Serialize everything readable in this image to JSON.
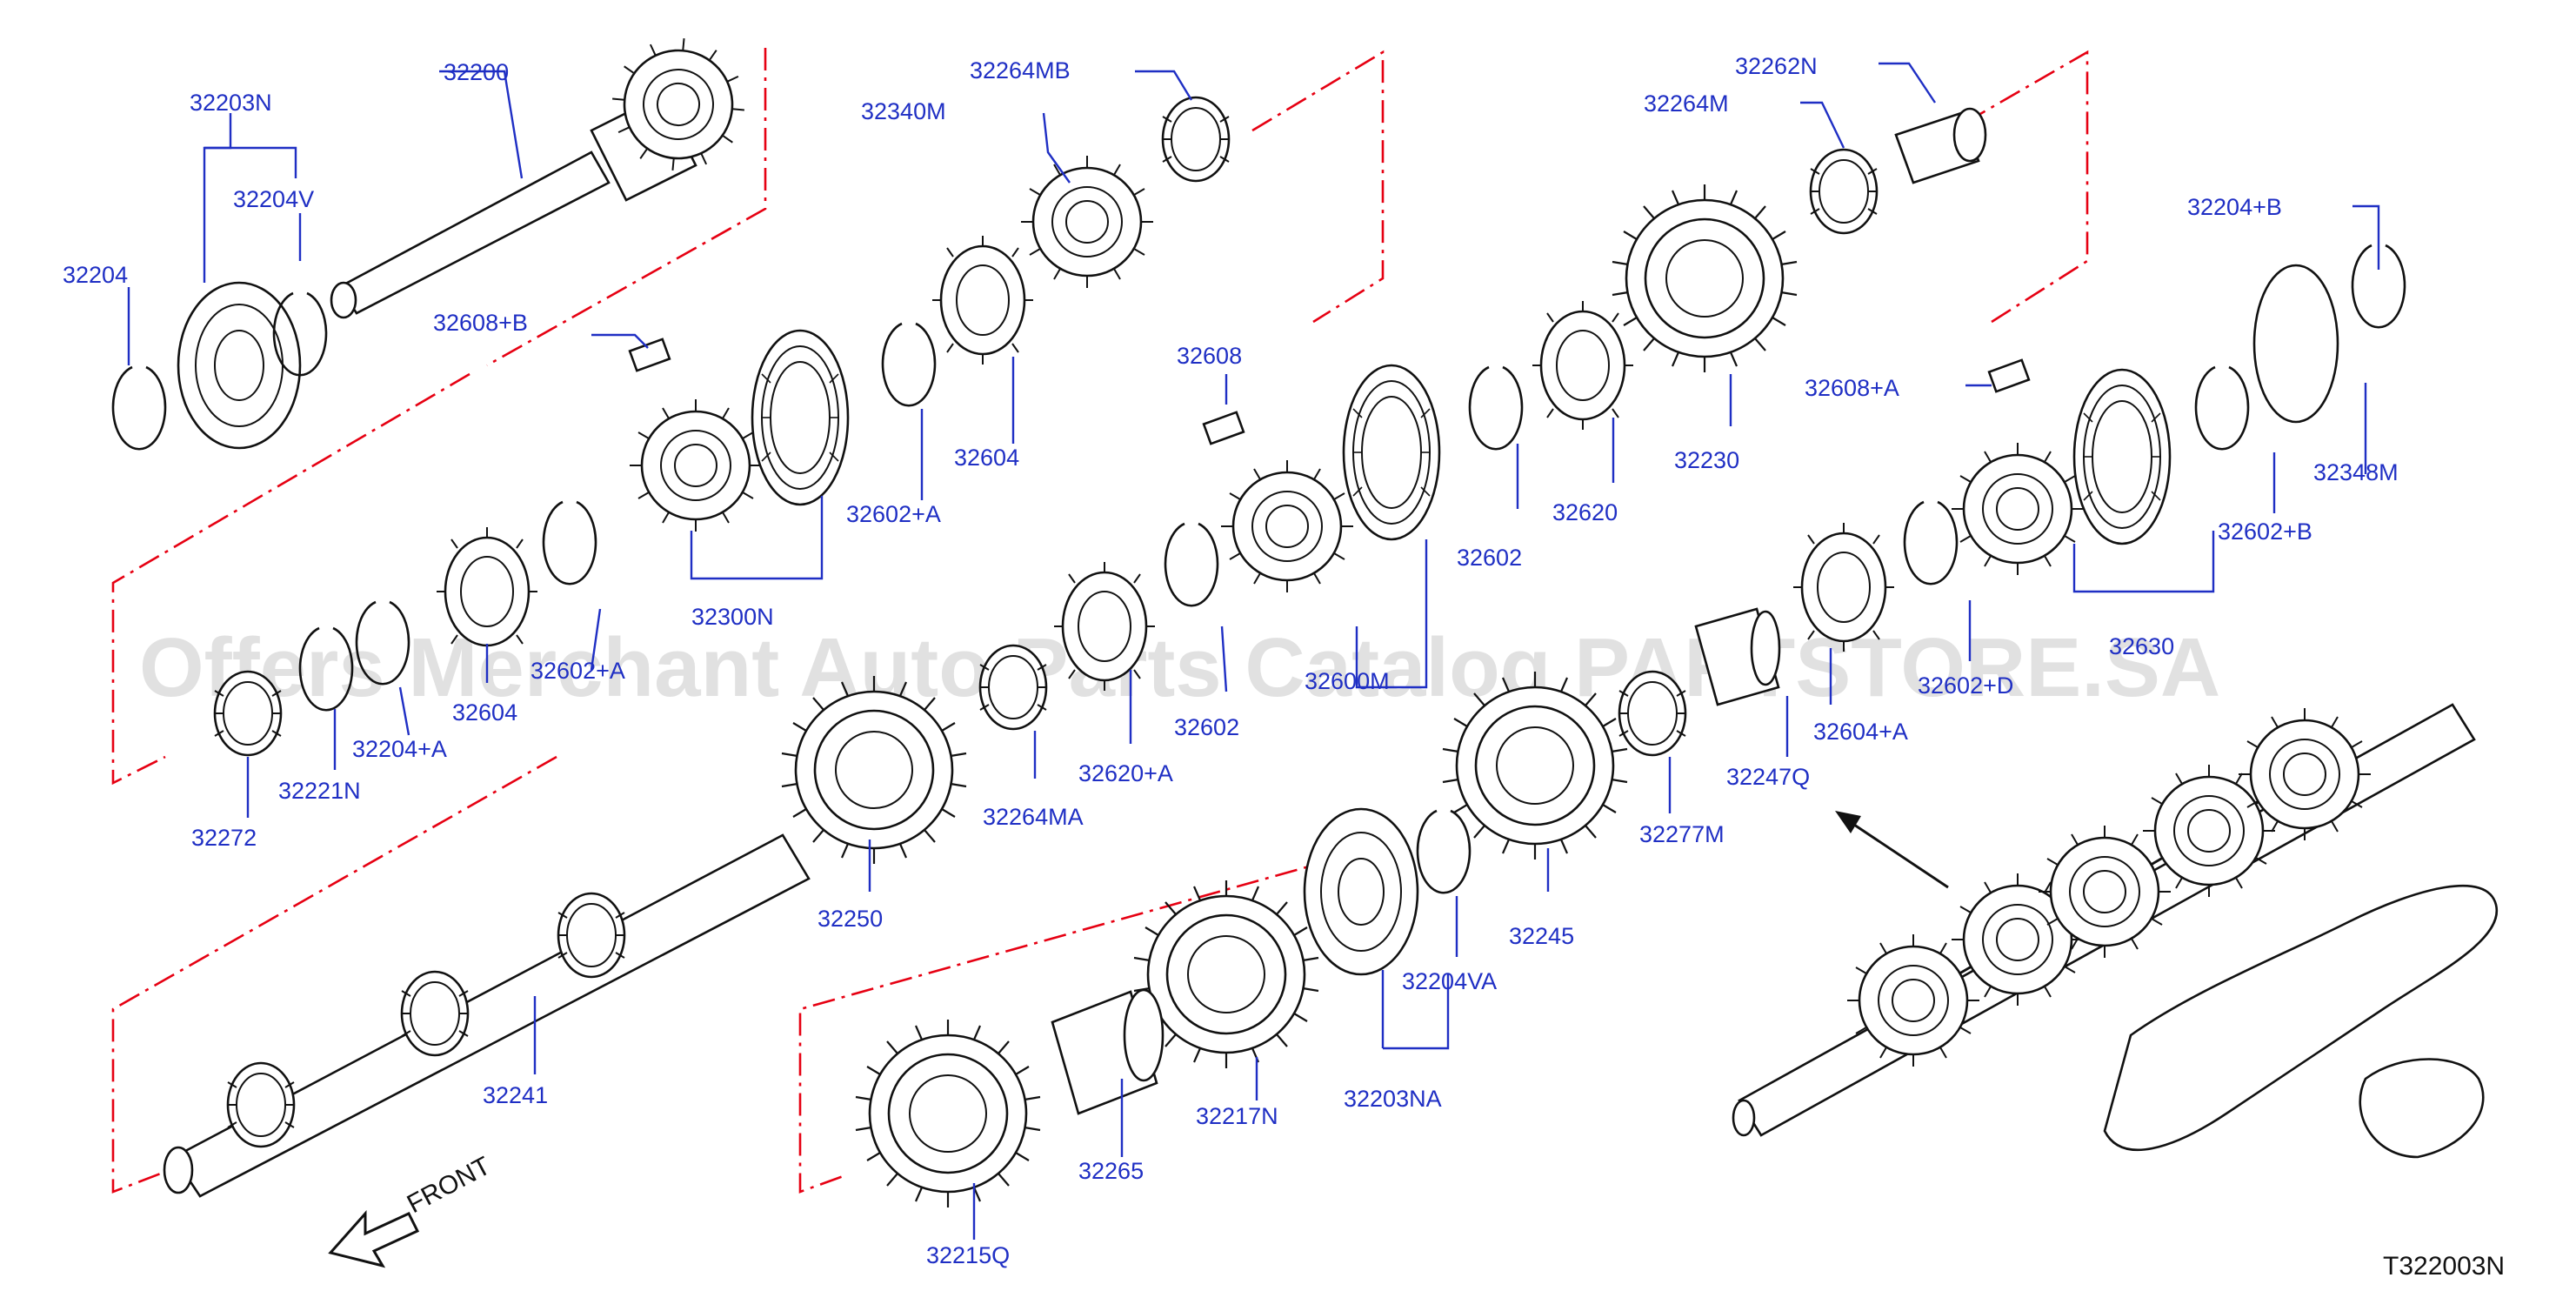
{
  "diagram": {
    "ref_code": "T322003N",
    "watermark": "Offers Merchant Auto Parts Catalog PARTSTORE.SA",
    "front_label": "FRONT",
    "colors": {
      "label": "#1f2fc4",
      "phantom_line": "#e60012",
      "outline": "#111111"
    },
    "labels": {
      "p32200": "32200",
      "p32203N": "32203N",
      "p32204V": "32204V",
      "p32204": "32204",
      "p32608B": "32608+B",
      "p32264MB": "32264MB",
      "p32340M": "32340M",
      "p32604": "32604",
      "p32602A": "32602+A",
      "p32300N": "32300N",
      "p32602A_2": "32602+A",
      "p32604_2": "32604",
      "p32204A": "32204+A",
      "p32221N": "32221N",
      "p32272": "32272",
      "p32608": "32608",
      "p32600M": "32600M",
      "p32602": "32602",
      "p32620A": "32620+A",
      "p32264MA": "32264MA",
      "p32250": "32250",
      "p32262N": "32262N",
      "p32264M": "32264M",
      "p32230": "32230",
      "p32620": "32620",
      "p32602_2": "32602",
      "p32204B": "32204+B",
      "p32608A": "32608+A",
      "p32348M": "32348M",
      "p32602B": "32602+B",
      "p32630": "32630",
      "p32602D": "32602+D",
      "p32604A": "32604+A",
      "p32247Q": "32247Q",
      "p32277M": "32277M",
      "p32245": "32245",
      "p32204VA": "32204VA",
      "p32203NA": "32203NA",
      "p32217N": "32217N",
      "p32265": "32265",
      "p32215Q": "32215Q",
      "p32241": "32241"
    }
  }
}
